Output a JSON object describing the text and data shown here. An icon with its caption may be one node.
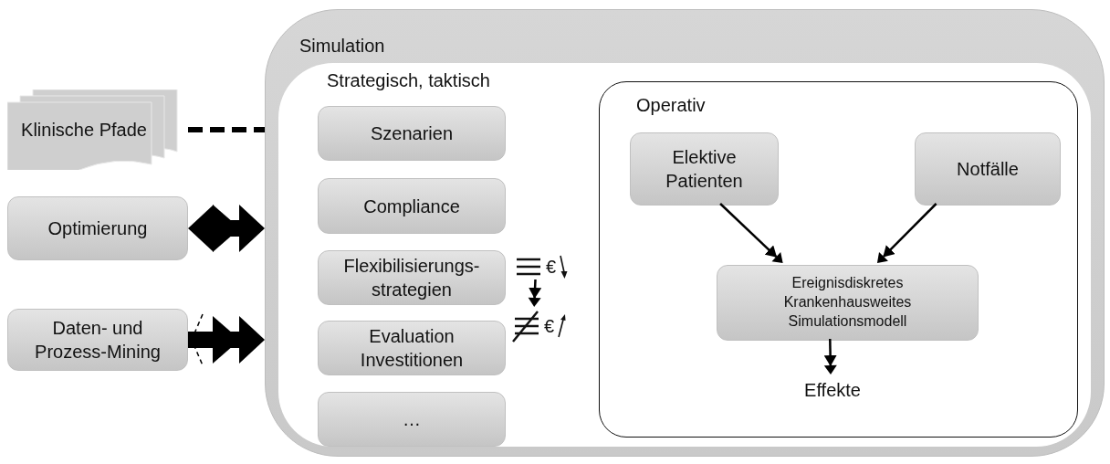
{
  "diagram": {
    "nodes": [
      {
        "text": [
          "Klinische Pfade"
        ]
      },
      {
        "text": [
          "Optimierung"
        ]
      },
      {
        "text": [
          "Daten- und Prozess-Mining"
        ]
      },
      {
        "text": [
          "Simulation"
        ]
      },
      {
        "text": [
          "Strategisch, taktisch"
        ],
        "in": 3
      },
      {
        "text": [
          "Szenarien"
        ],
        "in": 4
      },
      {
        "text": [
          "Compliance"
        ],
        "in": 4
      },
      {
        "text": [
          "Flexibilisierungs- strategien"
        ],
        "in": 4
      },
      {
        "text": [
          "Evaluation Investitionen"
        ],
        "in": 4
      },
      {
        "text": [
          "…"
        ],
        "in": 4
      },
      {
        "text": [
          "Operativ"
        ],
        "in": 4
      },
      {
        "text": [
          "Elektive Patienten"
        ],
        "in": 10
      },
      {
        "text": [
          "Notfälle"
        ],
        "in": 10
      },
      {
        "text": [
          "Ereignisdiskretes Krankenhausweites Simulationsmodell"
        ],
        "in": 10
      },
      {
        "text": [
          "Effekte"
        ],
        "in": 10
      },
      {
        "text": [
          "€"
        ],
        "in": 4
      },
      {
        "text": [
          "€"
        ],
        "in": 4
      }
    ],
    "edges": [
      {
        "from": 0,
        "to": 3,
        "arrow": "none",
        "style": "dashed"
      },
      {
        "from": 1,
        "to": 3,
        "arrow": "both",
        "style": "thick"
      },
      {
        "from": 2,
        "to": 3,
        "arrow": "to",
        "style": "thick"
      },
      {
        "from": 15,
        "to": 16,
        "arrow": "to"
      },
      {
        "from": 11,
        "to": 13,
        "arrow": "to"
      },
      {
        "from": 12,
        "to": 13,
        "arrow": "to"
      },
      {
        "from": 13,
        "to": 14,
        "arrow": "to"
      }
    ]
  }
}
